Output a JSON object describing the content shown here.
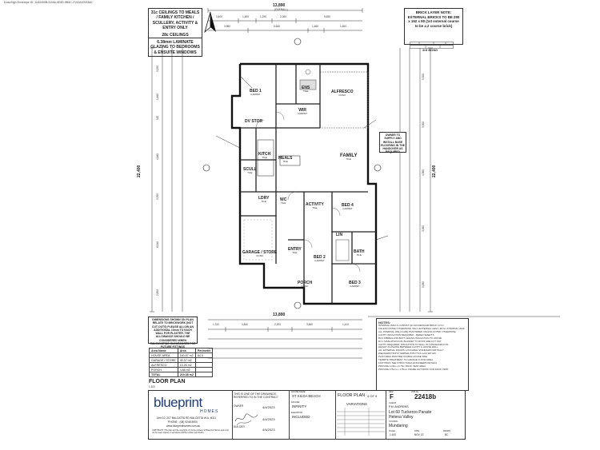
{
  "docusign_id": "DocuSign Envelope ID: 1183490B-D2A8-4E4D-9B9C-2192A1093360",
  "notes": {
    "ceilings_title": "31c CEILINGS TO MEALS / FAMILY KITCHEN / SCULLERY, ACTIVITY & ENTRY ONLY",
    "ceilings_else": "28c CEILINGS ELSEWHERE UNLESS NOTED OTHERWISE",
    "glazing": "6.38mm LAMINATE GLAZING TO BEDROOMS & ENSUITE WINDOWS",
    "brick_layer": "BRICK LAYER NOTE: EXTERNAL BRICKS TO BE 290 x 162 x 90 (1st external course to be a 2 course brick)",
    "brick_layer_ref": "3rd BOND",
    "owner_supply": "OWNER TO SUPPLY AND INSTALL BASE FLOORING IN THE HANDOVER AS REQUIRED",
    "dimensions_note": "DIMENSIONS SHOWN ON PLAN RELATE TO BRICKWORK (NOT CUT-OUTS) PLEASE ALLOW AN ADDITIONAL 10mm TO EACH WALL FOR PLASTER. THE ALLOWANCE SHOULD BE CONSIDERED WHEN CALCULATING CLEARANCES FOR FUTURE FITTINGS",
    "general_notes_title": "NOTES:",
    "general_notes": [
      "INTERNAL WALLS CONSIST OF 100 RENDLAB BRICK U.N.O.",
      "UNLESS NOTED OTHERWISE, 90mm EXTERNAL LEAF / 90mm INTERNAL LEAF",
      "ALL INTERNAL WALLS ARE PLASTERED UNLESS NOTED OTHERWISE",
      "CAVITY INSULATION REQUIRED - REFER SHEET 5",
      "R2.0 FIBREGLASS BATT CEILING INSULATION TO HOUSE",
      "R4.1 SISALATION FOIL BLANKET TO ROOF ARE CUT OUT",
      "CAVITY REQUIRED: INSULATION TO WALL IN CONCEALED FOIL",
      "HEIGHT FLASHING BETWEEN CAVITY & HOUSE WALL",
      "ALL EXTERNAL DOORS: LOCKABLE STANDARD PARTIALLY",
      "WEATHERSTRIP & TEMPER WITH TICK GAS WITHIN",
      "PLAN AREA PROVIDE DOUBLE-HOUSE SIDE",
      "TERMITE TREATMENT TO GARAGE FLOOR AREA",
      "FOOTINGS: SEE STRUCTURAL ENGINEERS DETAILS",
      "PROVIDE 1.00m x 0.75m ROOF VENT AREA",
      "PROVIDE 175mm x 175mm FRAME OUT ROOF FOR ROOF VENT"
    ]
  },
  "dims": {
    "overall_width": "13,890",
    "overall_width_sub": "(OVERALL)",
    "overall_depth": "22,400",
    "top_segments": [
      "3,400",
      "1,460",
      "1,290",
      "2,050",
      "5,690"
    ],
    "mid_segments": [
      "3,980",
      "5,640",
      "1,460",
      "1,600"
    ],
    "bottom_segments": [
      "1,310",
      "3,840",
      "2,200",
      "3,480",
      "1,410"
    ],
    "bottom_total": "13,890",
    "left_segments": [
      "3,250",
      "1,460",
      "920",
      "4,480",
      "3,350",
      "6,040",
      "2,890"
    ],
    "right_segments": [
      "5,520",
      "3,500",
      "4,360",
      "3,960",
      "5,060"
    ]
  },
  "rooms": [
    {
      "name": "BED 1",
      "sub": "CARPET"
    },
    {
      "name": "ENS",
      "sub": "TILE"
    },
    {
      "name": "ALFRESCO",
      "sub": "CONC"
    },
    {
      "name": "WIR",
      "sub": "CARPET"
    },
    {
      "name": "DV STOR",
      "sub": ""
    },
    {
      "name": "KITCH",
      "sub": "TILE"
    },
    {
      "name": "SCULL",
      "sub": "TILE"
    },
    {
      "name": "MEALS",
      "sub": "TILE"
    },
    {
      "name": "FAMILY",
      "sub": "TILE"
    },
    {
      "name": "ACTIVITY",
      "sub": "TILE"
    },
    {
      "name": "BED 4",
      "sub": "CARPET"
    },
    {
      "name": "LDRY",
      "sub": "TILE"
    },
    {
      "name": "WC",
      "sub": "TILE"
    },
    {
      "name": "GARAGE / STORE",
      "sub": "CONC"
    },
    {
      "name": "ENTRY",
      "sub": "TILE"
    },
    {
      "name": "BED 2",
      "sub": "CARPET"
    },
    {
      "name": "BED 3",
      "sub": "CARPET"
    },
    {
      "name": "BATH",
      "sub": "TILE"
    },
    {
      "name": "PORCH",
      "sub": "CONC"
    },
    {
      "name": "LIN",
      "sub": ""
    }
  ],
  "area_table": {
    "headers": [
      "Area Name",
      "Area",
      "Perimeter"
    ],
    "rows": [
      [
        "HOUSE AREA",
        "160.87 m2",
        "84.0"
      ],
      [
        "GARAGE / STORE",
        "40.37 m2",
        ""
      ],
      [
        "ALFRESCO",
        "13.26 m2",
        ""
      ],
      [
        "PORCH",
        "4.88 m2",
        ""
      ],
      [
        "TOTAL",
        "219.38 m2",
        ""
      ]
    ]
  },
  "plan_title": "FLOOR PLAN",
  "plan_scale": "1:100",
  "title_block": {
    "company": "blueprint",
    "company_sub": "HOMES",
    "address": "Unit 10, 207 BALCATTA RD BALCATTA W.A. 6021",
    "phone": "PHONE : (08) 9248 8900",
    "web": "www.blueprinthomes.com.au",
    "drawing_note": "THIS IS ONE OF THE DRAWINGS REFERRED TO IN THE CONTRACT",
    "sign_labels": [
      "OWNER",
      "BUILDER"
    ],
    "sign_dates": [
      "4/4/2023",
      "4/4/2023",
      "4/4/2023"
    ],
    "house_name_label": "HOUSE NAME",
    "house_name": "ST KILDA BEACH",
    "facade_label": "FACADE",
    "facade": "INFINITY",
    "elevation_label": "ELEVATION",
    "elevation": "INCLUDED",
    "sheet_title": "FLOOR PLAN",
    "sheet_no": "4 OF 9",
    "rev_label": "REV",
    "rev": "F",
    "job_no_label": "JOB No",
    "job_no": "22418b",
    "variations_label": "VARIATIONS",
    "client_label": "CLIENT",
    "client": "P.M. ANDREWS",
    "lot_address": "Lot 60 Tuckeroo Parade",
    "suburb": "Helena Valley",
    "council_label": "COUNCIL",
    "council": "Mundaring",
    "scale_label": "SCALE",
    "scale": "1:100",
    "date_label": "DATE",
    "date": "NOV 22",
    "drawn_label": "DRAWN",
    "drawn": "BC",
    "copyright": "COPYRIGHT: This plan and the copyright of it is the property of Blueprint Homes and must not be used, copied or reproduced without written permission."
  }
}
